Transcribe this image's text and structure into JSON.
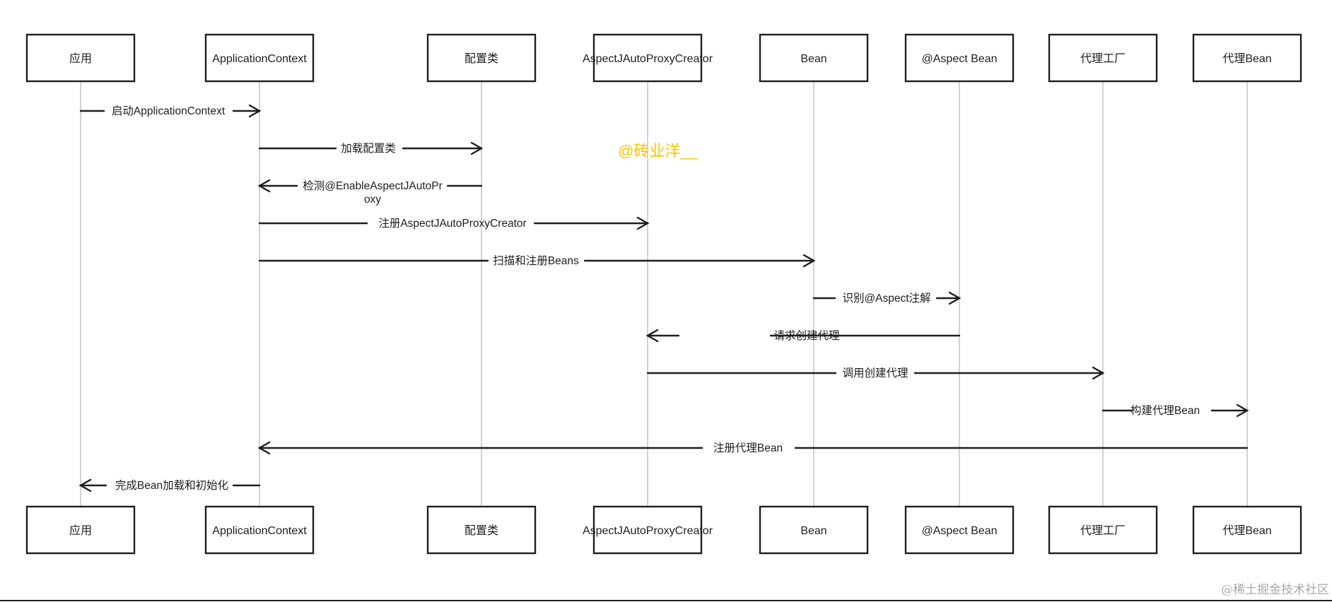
{
  "participants": [
    {
      "id": "app",
      "label": "应用"
    },
    {
      "id": "ctx",
      "label": "ApplicationContext"
    },
    {
      "id": "config",
      "label": "配置类"
    },
    {
      "id": "creator",
      "label": "AspectJAutoProxyCreator"
    },
    {
      "id": "bean",
      "label": "Bean"
    },
    {
      "id": "aspect",
      "label": "@Aspect Bean"
    },
    {
      "id": "factory",
      "label": "代理工厂"
    },
    {
      "id": "proxy",
      "label": "代理Bean"
    }
  ],
  "messages": [
    {
      "from": "app",
      "to": "ctx",
      "label": [
        "启动ApplicationContext"
      ]
    },
    {
      "from": "ctx",
      "to": "config",
      "label": [
        "加载配置类"
      ]
    },
    {
      "from": "config",
      "to": "ctx",
      "label": [
        "检测@EnableAspectJAutoPr",
        "oxy"
      ]
    },
    {
      "from": "ctx",
      "to": "creator",
      "label": [
        "注册AspectJAutoProxyCreator"
      ]
    },
    {
      "from": "ctx",
      "to": "bean",
      "label": [
        "扫描和注册Beans"
      ]
    },
    {
      "from": "bean",
      "to": "aspect",
      "label": [
        "识别@Aspect注解"
      ]
    },
    {
      "from": "aspect",
      "to": "creator",
      "label": [
        "请求创建代理"
      ]
    },
    {
      "from": "creator",
      "to": "factory",
      "label": [
        "调用创建代理"
      ]
    },
    {
      "from": "factory",
      "to": "proxy",
      "label": [
        "构建代理Bean"
      ]
    },
    {
      "from": "proxy",
      "to": "ctx",
      "label": [
        "注册代理Bean"
      ]
    },
    {
      "from": "ctx",
      "to": "app",
      "label": [
        "完成Bean加载和初始化"
      ]
    }
  ],
  "watermark": "@砖业洋__",
  "footer": "@稀土掘金技术社区",
  "colors": {
    "stroke": "#1e1e1e",
    "lifeline": "#b3b3b3",
    "watermark": "#f5c400",
    "footer": "#a8a8a8",
    "background": "#ffffff"
  }
}
